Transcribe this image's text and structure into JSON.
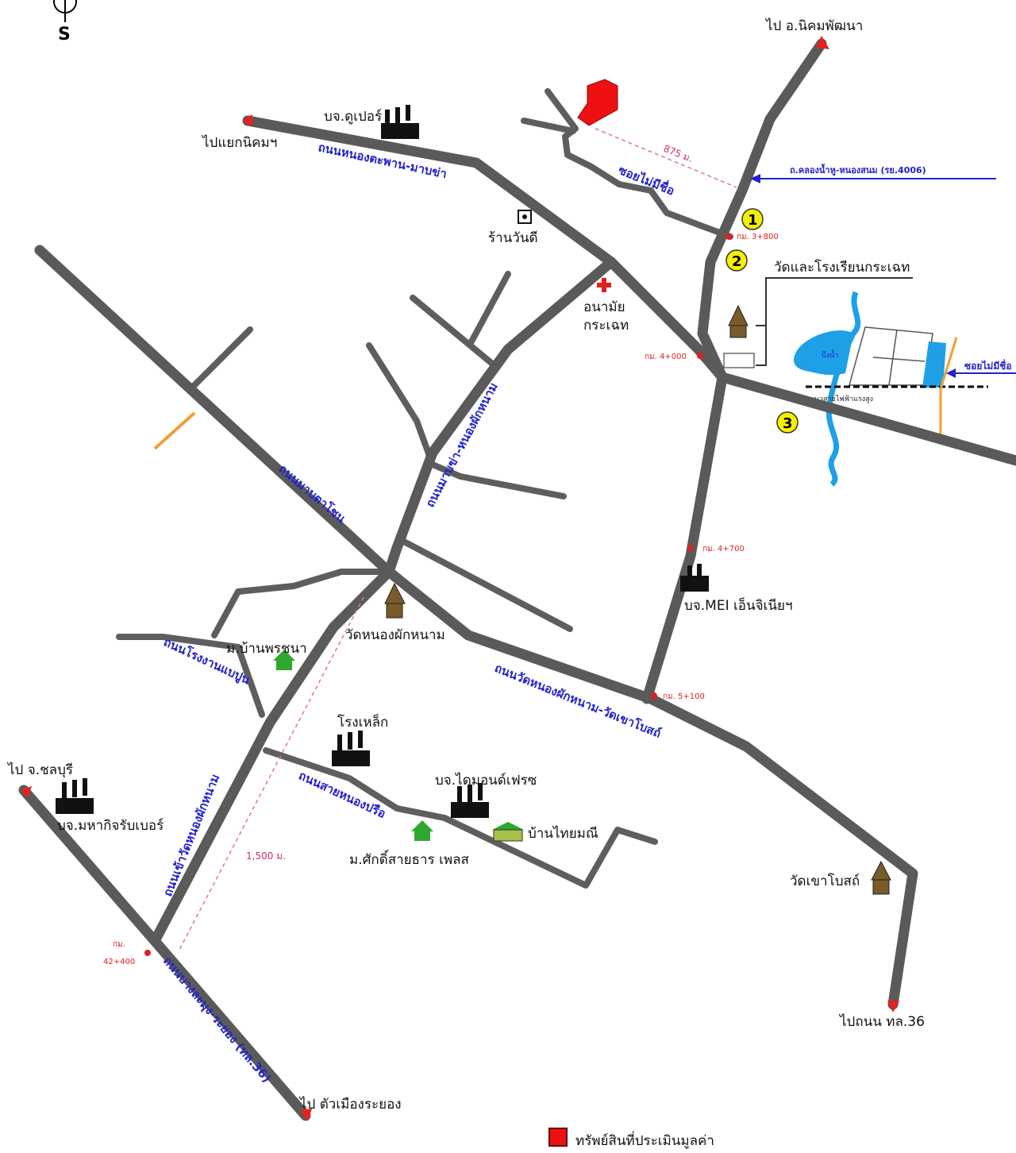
{
  "compass": {
    "south": "S"
  },
  "destinations": {
    "nikhom_phatthana": "ไป อ.นิคมพัฒนา",
    "nikhom_junction": "ไปแยกนิคมฯ",
    "chonburi": "ไป จ.ชลบุรี",
    "highway36": "ไปถนน ทล.36",
    "rayong_city": "ไป ตัวเมืองระยอง"
  },
  "roads": {
    "nong_taphan": "ถนนหนองตะพาน-มาบข่า",
    "unnamed_soi": "ซอยไม่มีชื่อ",
    "klong_road": "ถ.คลองน้ำหู-หนองสนม (รย.4006)",
    "map_ta_chon": "ถนนมาบตาโชน",
    "map_kha_nong_phak_nam": "ถนนมาบข่า-หนองผักหนาม",
    "wat_nong_phak_nam_khao_bot": "ถนนวัดหนองผักหนาม-วัดเขาโบสถ์",
    "factory_road": "ถนนโรงงานแบปูน",
    "nong_prue": "ถนนสายหนองปรือ",
    "wat_entrance": "ถนนเข้าวัดหนองผักหนาม",
    "banglamung_rayong": "ถนนบางละมุง-ระยอง (ทล.36)",
    "unnamed_soi_2": "ซอยไม่มีชื่อ"
  },
  "landmarks": {
    "super_co": "บจ.ดูเปอร์",
    "wandee_shop": "ร้านวันดี",
    "health_center_1": "อนามัย",
    "health_center_2": "กระเฉท",
    "temple_school": "วัดและโรงเรียนกระเฉท",
    "pond": "บึงน้ำ",
    "power_line": "แนวสายไฟฟ้าแรงสูง",
    "mei": "บจ.MEI เอ็นจิเนียฯ",
    "wat_nong_phak_nam": "วัดหนองผักหนาม",
    "ban_pornchana": "ม.บ้านพรชนา",
    "steel_plant": "โรงเหล็ก",
    "mahakit_rubber": "บจ.มหากิจรับเบอร์",
    "diamond_fresh": "บจ.ไดมอนด์เฟรซ",
    "ban_thaimanee": "บ้านไทยมณี",
    "saksaithan": "ม.ศักดิ์สายธาร เพลส",
    "wat_khao_bot": "วัดเขาโบสถ์"
  },
  "km_markers": {
    "k3800": "กม. 3+800",
    "k4000": "กม. 4+000",
    "k4700": "กม. 4+700",
    "k5100": "กม. 5+100",
    "k42400_a": "กม.",
    "k42400_b": "42+400"
  },
  "distances": {
    "d875": "875 ม.",
    "d1500": "1,500 ม."
  },
  "points": {
    "p1": "1",
    "p2": "2",
    "p3": "3"
  },
  "legend": {
    "subject_property": "ทรัพย์สินที่ประเมินมูลค่า"
  },
  "colors": {
    "road": "#5a5a5a",
    "property": "#ee1111",
    "water": "#1ea0e6",
    "label_blue": "#2222cc",
    "marker_yellow": "#f5f000"
  }
}
